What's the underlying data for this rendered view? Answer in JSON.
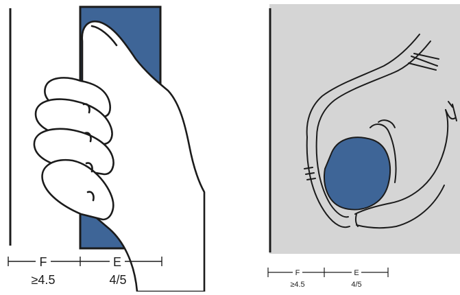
{
  "colors": {
    "block_fill": "#3e6597",
    "outline": "#1b1b1b",
    "right_panel_bg": "#d5d5d5",
    "background": "#ffffff"
  },
  "left_panel": {
    "label_f": "F",
    "label_e": "E",
    "value_f": "≥4.5",
    "value_e": "4/5",
    "object": "rectangular-block",
    "icon": "hand-grasping-block-icon"
  },
  "right_panel": {
    "label_f": "F",
    "label_e": "E",
    "value_f": "≥4.5",
    "value_e": "4/5",
    "object": "round-object",
    "icon": "hand-grasping-ball-icon"
  }
}
